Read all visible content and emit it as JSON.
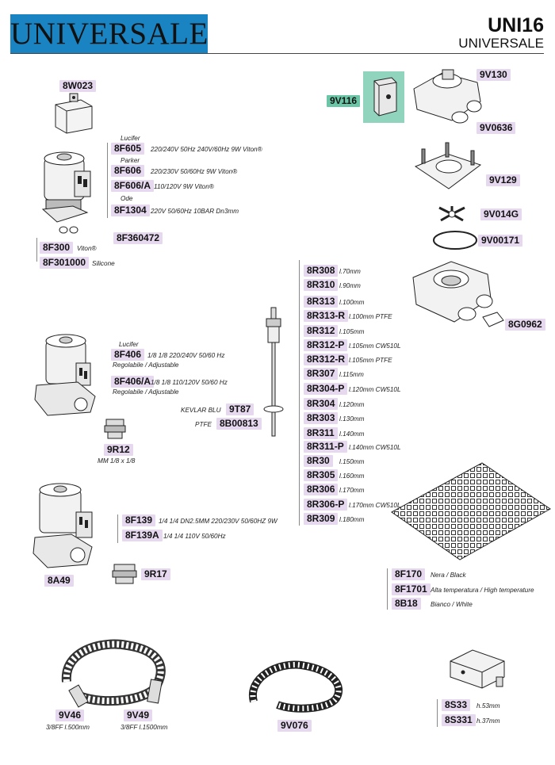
{
  "header": {
    "brand": "UNIVERSALE",
    "code": "UNI16",
    "subtitle": "UNIVERSALE"
  },
  "parts": {
    "p8W023": "8W023",
    "p8F605": "8F605",
    "d8F605": "220/240V 50Hz 240V/60Hz 9W Viton®",
    "mLucifer1": "Lucifer",
    "p8F606": "8F606",
    "d8F606": "220/230V 50/60Hz 9W Viton®",
    "mParker": "Parker",
    "p8F606A": "8F606/A",
    "d8F606A": "110/120V 9W Viton®",
    "p8F1304": "8F1304",
    "d8F1304": "220V 50/60Hz 10BAR Dn3mm",
    "mOde": "Ode",
    "p8F360472": "8F360472",
    "p8F300": "8F300",
    "d8F300": "Viton®",
    "p8F301000": "8F301000",
    "d8F301000": "Silicone",
    "p9V130": "9V130",
    "p9V116": "9V116",
    "p9V0636": "9V0636",
    "p9V129": "9V129",
    "p9V014G": "9V014G",
    "p9V00171": "9V00171",
    "p8G0962": "8G0962",
    "p8F406": "8F406",
    "d8F406a": "1/8 1/8 220/240V 50/60 Hz",
    "d8F406b": "Regolabile / Adjustable",
    "mLucifer2": "Lucifer",
    "p8F406A": "8F406/A",
    "d8F406Aa": "1/8 1/8 110/120V 50/60 Hz",
    "d8F406Ab": "Regolabile / Adjustable",
    "p9R12": "9R12",
    "d9R12": "MM 1/8 x 1/8",
    "p9T87": "9T87",
    "m9T87": "KEVLAR BLU",
    "p8B00813": "8B00813",
    "m8B00813": "PTFE",
    "p8F139": "8F139",
    "d8F139": "1/4 1/4 DN2.5MM 220/230V 50/60HZ 9W",
    "p8F139A": "8F139A",
    "d8F139A": "1/4 1/4 110V 50/60Hz",
    "p9R17": "9R17",
    "p8A49": "8A49",
    "p8F170": "8F170",
    "d8F170": "Nera / Black",
    "p8F1701": "8F1701",
    "d8F1701": "Alta temperatura / High temperature",
    "p8B18": "8B18",
    "d8B18": "Bianco / White",
    "p9V46": "9V46",
    "d9V46": "3/8FF l.500mm",
    "p9V49": "9V49",
    "d9V49": "3/8FF l.1500mm",
    "p9V076": "9V076",
    "p8S33": "8S33",
    "d8S33": "h.53mm",
    "p8S331": "8S331",
    "d8S331": "h.37mm"
  },
  "probes": [
    {
      "code": "8R308",
      "desc": "l.70mm"
    },
    {
      "code": "8R310",
      "desc": "l.90mm"
    },
    {
      "code": "8R313",
      "desc": "l.100mm"
    },
    {
      "code": "8R313-R",
      "desc": "l.100mm PTFE"
    },
    {
      "code": "8R312",
      "desc": "l.105mm"
    },
    {
      "code": "8R312-P",
      "desc": "l.105mm CW510L"
    },
    {
      "code": "8R312-R",
      "desc": "l.105mm PTFE"
    },
    {
      "code": "8R307",
      "desc": "l.115mm"
    },
    {
      "code": "8R304-P",
      "desc": "l.120mm CW510L"
    },
    {
      "code": "8R304",
      "desc": "l.120mm"
    },
    {
      "code": "8R303",
      "desc": "l.130mm"
    },
    {
      "code": "8R311",
      "desc": "l.140mm"
    },
    {
      "code": "8R311-P",
      "desc": "l.140mm CW510L"
    },
    {
      "code": "8R30",
      "desc": "l.150mm"
    },
    {
      "code": "8R305",
      "desc": "l.160mm"
    },
    {
      "code": "8R306",
      "desc": "l.170mm"
    },
    {
      "code": "8R306-P",
      "desc": "l.170mm CW510L"
    },
    {
      "code": "8R309",
      "desc": "l.180mm"
    }
  ]
}
